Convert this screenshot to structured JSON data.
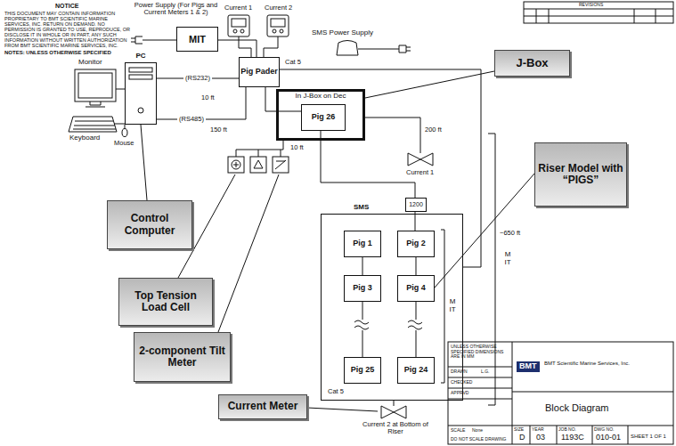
{
  "diagram": {
    "nodes": [
      {
        "text": [
          "MIT"
        ]
      },
      {
        "text": [
          "PC"
        ]
      },
      {
        "text": [
          "Pig Pader"
        ]
      },
      {
        "text": [
          "In J-Box on Dec"
        ]
      },
      {
        "text": [
          "Pig 26"
        ],
        "in": 3
      },
      {
        "text": [
          "SMS"
        ]
      },
      {
        "text": [
          "Pig 1"
        ],
        "in": 5
      },
      {
        "text": [
          "Pig 2"
        ],
        "in": 5
      },
      {
        "text": [
          "Pig 3"
        ],
        "in": 5
      },
      {
        "text": [
          "Pig 4"
        ],
        "in": 5
      },
      {
        "text": [
          "Pig 25"
        ],
        "in": 5
      },
      {
        "text": [
          "Pig 24"
        ],
        "in": 5
      },
      {
        "text": [
          "1200"
        ]
      },
      {
        "text": [
          "J-Box"
        ]
      },
      {
        "text": [
          "Riser Model with “PIGS”"
        ]
      },
      {
        "text": [
          "Control Computer"
        ]
      },
      {
        "text": [
          "Top Tension Load Cell"
        ]
      },
      {
        "text": [
          "2-component Tilt Meter"
        ]
      },
      {
        "text": [
          "Current Meter"
        ]
      }
    ],
    "edges": [
      {
        "from": 1,
        "to": 2,
        "label": "(RS232)",
        "arrow": "none"
      },
      {
        "from": 1,
        "to": 2,
        "label": "(RS485)",
        "arrow": "none"
      },
      {
        "from": 0,
        "to": 2,
        "arrow": "none"
      },
      {
        "from": 2,
        "to": 4,
        "arrow": "none"
      },
      {
        "from": 4,
        "to": 12,
        "arrow": "none"
      },
      {
        "from": 12,
        "to": 7,
        "arrow": "none"
      },
      {
        "from": 6,
        "to": 8,
        "arrow": "none"
      },
      {
        "from": 7,
        "to": 9,
        "arrow": "none"
      },
      {
        "from": 8,
        "to": 10,
        "arrow": "none"
      },
      {
        "from": 9,
        "to": 11,
        "arrow": "none"
      },
      {
        "from": 2,
        "to": 5,
        "arrow": "none"
      },
      {
        "from": 13,
        "to": 3,
        "arrow": "none"
      },
      {
        "from": 14,
        "to": 9,
        "arrow": "none"
      },
      {
        "from": 15,
        "to": 1,
        "arrow": "none"
      }
    ],
    "labels": [
      "NOTICE",
      "THIS DOCUMENT MAY CONTAIN INFORMATION PROPRIETARY TO BMT SCIENTIFIC MARINE SERVICES, INC. RETURN ON DEMAND. NO PERMISSION IS GRANTED TO USE, REPRODUCE, OR DISCLOSE IT IN WHOLE OR IN PART, ANY SUCH INFORMATION WITHOUT WRITTEN AUTHORIZATION FROM BMT SCIENTIFIC MARINE SERVICES, INC.",
      "NOTES: UNLESS OTHERWISE SPECIFIED",
      "Power Supply (For Pigs and Current Meters 1 & 2)",
      "Current 1",
      "Current 2",
      "SMS Power Supply",
      "Monitor",
      "Keyboard",
      "Mouse",
      "10 ft",
      "150 ft",
      "Cat 5",
      "10 ft",
      "200 ft",
      "Current 1",
      "~650 ft",
      "MIT",
      "MIT",
      "Cat 5",
      "Current 2 at Bottom of Riser",
      "UNLESS OTHERWISE SPECIFIED DIMENSIONS ARE IN MM",
      "DRAWN",
      "L.G.",
      "CHECKED",
      "APPRVD",
      "SCALE",
      "None",
      "DO NOT SCALE DRAWING",
      "BMT",
      "BMT Scientific Marine Services, Inc.",
      "Block Diagram",
      "SIZE",
      "D",
      "YEAR",
      "03",
      "JOB NO.",
      "1193C",
      "DWG NO.",
      "010-01",
      "SHEET 1 OF 1",
      "REVISIONS"
    ]
  }
}
